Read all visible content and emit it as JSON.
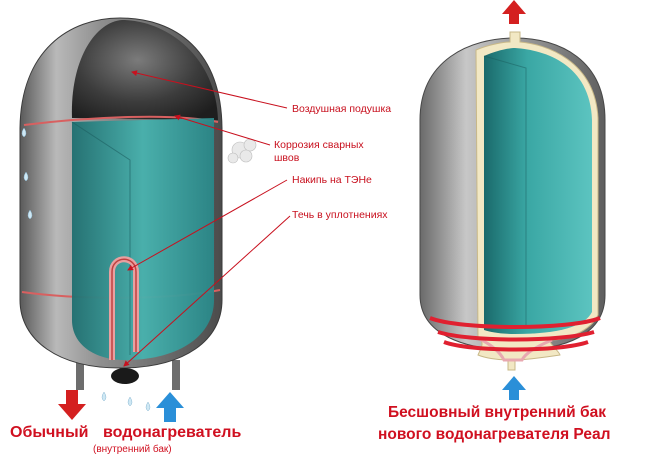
{
  "labels": {
    "air_cushion": "Воздушная подушка",
    "weld_corrosion_1": "Коррозия сварных",
    "weld_corrosion_2": "швов",
    "scale_on_heater": "Накипь на ТЭНе",
    "seal_leak": "Течь в уплотнениях"
  },
  "left_caption": {
    "title_word1": "Обычный",
    "title_word2": "водонагреватель",
    "subtitle": "(внутренний бак)"
  },
  "right_caption": {
    "line1": "Бесшовный внутренний бак",
    "line2": "нового водонагревателя Реал"
  },
  "colors": {
    "label_red": "#c8101e",
    "arrow_red": "#d42020",
    "arrow_blue": "#2a8fd8",
    "water_teal": "#3aa7a4",
    "tank_gray": "#8a8a8a"
  }
}
